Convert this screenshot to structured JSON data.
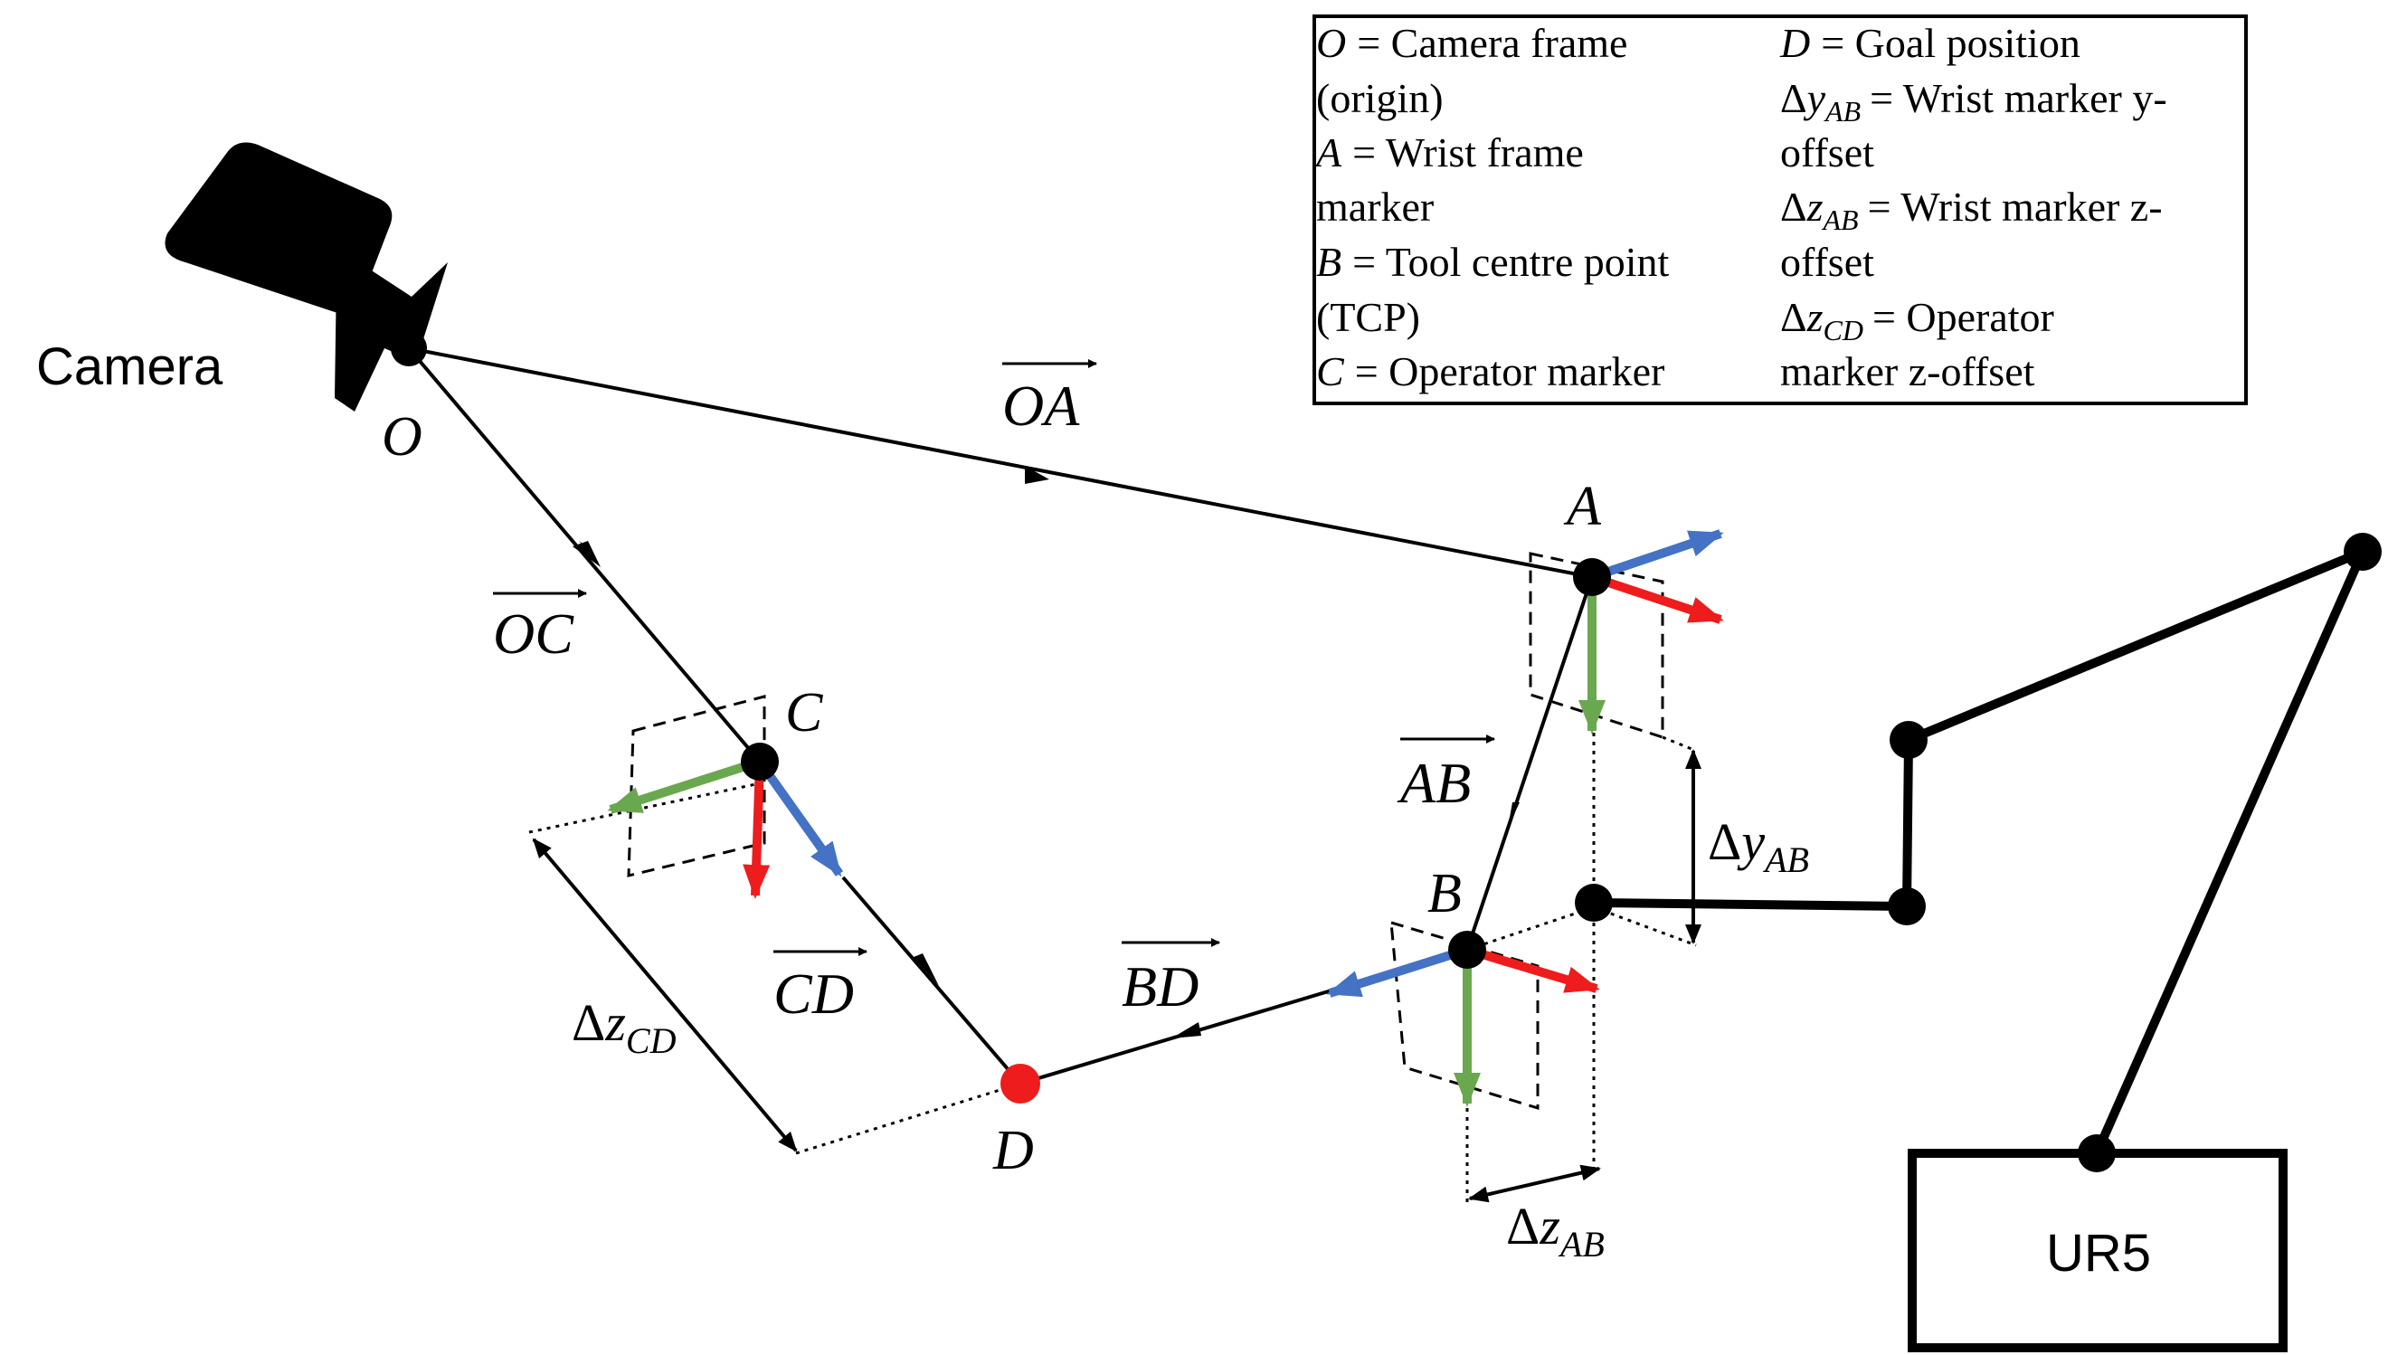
{
  "labels": {
    "camera": "Camera",
    "point_o": "O",
    "point_a": "A",
    "point_b": "B",
    "point_c": "C",
    "point_d": "D",
    "robot_base": "UR5"
  },
  "vectors": {
    "oa": "OA",
    "oc": "OC",
    "ab": "AB",
    "cd": "CD",
    "bd": "BD"
  },
  "offsets": {
    "dy_ab": {
      "delta": "Δ",
      "var": "y",
      "sub": "AB"
    },
    "dz_ab": {
      "delta": "Δ",
      "var": "z",
      "sub": "AB"
    },
    "dz_cd": {
      "delta": "Δ",
      "var": "z",
      "sub": "CD"
    }
  },
  "legend": {
    "o_sym": "O",
    "o_line1": "= Camera frame",
    "o_line2": "(origin)",
    "a_sym": "A",
    "a_line1": "= Wrist frame",
    "a_line2": "marker",
    "b_sym": "B",
    "b_line1": "= Tool centre point",
    "b_line2": "(TCP)",
    "c_sym": "C",
    "c_line1": "= Operator marker",
    "d_sym": "D",
    "d_line1": "= Goal position",
    "dyab_line1": "= Wrist marker y-",
    "dyab_line2": "offset",
    "dzab_line1": "= Wrist marker z-",
    "dzab_line2": "offset",
    "dzcd_line1": "= Operator",
    "dzcd_line2": "marker z-offset"
  },
  "colors": {
    "x_axis": "#ee1c1c",
    "y_axis": "#6aa84f",
    "z_axis": "#4472c4",
    "goal_point": "#ee1c1c",
    "ink": "#000000"
  }
}
